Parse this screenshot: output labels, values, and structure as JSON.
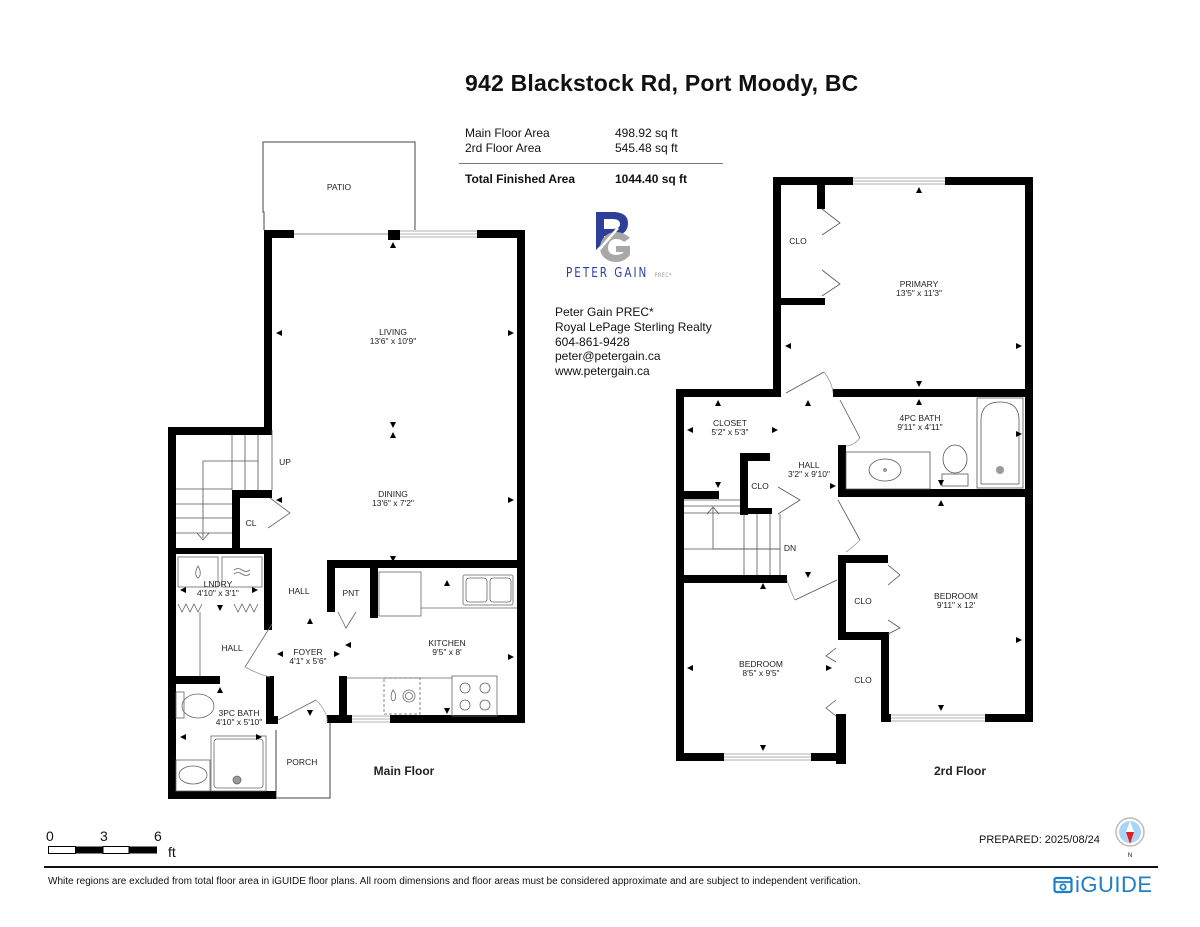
{
  "header": {
    "title": "942 Blackstock Rd, Port Moody, BC"
  },
  "areas": {
    "rows": [
      {
        "label": "Main Floor Area",
        "value": "498.92 sq ft"
      },
      {
        "label": "2rd Floor Area",
        "value": "545.48 sq ft"
      }
    ],
    "total": {
      "label": "Total Finished Area",
      "value": "1044.40 sq ft"
    }
  },
  "agent": {
    "logo_text": "PETER GAIN",
    "logo_suffix": "PREC*",
    "logo_colors": {
      "primary": "#2e3f9a",
      "secondary": "#a8a8a8"
    },
    "lines": [
      "Peter Gain PREC*",
      "Royal LePage Sterling Realty",
      "604-861-9428",
      "peter@petergain.ca",
      "www.petergain.ca"
    ]
  },
  "main_floor": {
    "label": "Main Floor",
    "rooms": [
      {
        "name": "PATIO",
        "dims": ""
      },
      {
        "name": "LIVING",
        "dims": "13'6\" x 10'9\""
      },
      {
        "name": "DINING",
        "dims": "13'6\" x 7'2\""
      },
      {
        "name": "UP",
        "dims": ""
      },
      {
        "name": "CL",
        "dims": ""
      },
      {
        "name": "LNDRY",
        "dims": "4'10\" x 3'1\""
      },
      {
        "name": "HALL",
        "dims": ""
      },
      {
        "name": "HALL",
        "dims": ""
      },
      {
        "name": "PNT",
        "dims": ""
      },
      {
        "name": "FOYER",
        "dims": "4'1\" x 5'6\""
      },
      {
        "name": "KITCHEN",
        "dims": "9'5\" x 8'"
      },
      {
        "name": "3PC BATH",
        "dims": "4'10\" x 5'10\""
      },
      {
        "name": "PORCH",
        "dims": ""
      }
    ]
  },
  "second_floor": {
    "label": "2rd Floor",
    "rooms": [
      {
        "name": "CLO",
        "dims": ""
      },
      {
        "name": "PRIMARY",
        "dims": "13'5\" x 11'3\""
      },
      {
        "name": "CLOSET",
        "dims": "5'2\" x 5'3\""
      },
      {
        "name": "4PC BATH",
        "dims": "9'11\" x 4'11\""
      },
      {
        "name": "HALL",
        "dims": "3'2\" x 9'10\""
      },
      {
        "name": "CLO",
        "dims": ""
      },
      {
        "name": "DN",
        "dims": ""
      },
      {
        "name": "CLO",
        "dims": ""
      },
      {
        "name": "BEDROOM",
        "dims": "9'11\" x 12'"
      },
      {
        "name": "BEDROOM",
        "dims": "8'5\" x 9'5\""
      },
      {
        "name": "CLO",
        "dims": ""
      }
    ]
  },
  "scale": {
    "ticks": [
      "0",
      "3",
      "6"
    ],
    "unit": "ft"
  },
  "prepared": "PREPARED: 2025/08/24",
  "compass": {
    "label": "N",
    "needle_color": "#e02020",
    "face_color": "#a9d4f5"
  },
  "footer": {
    "disclaimer": "White regions are excluded from total floor area in iGUIDE floor plans. All room dimensions and floor areas must be considered approximate and are subject to independent verification.",
    "brand": "iGUIDE",
    "brand_color": "#1e7ec8"
  }
}
